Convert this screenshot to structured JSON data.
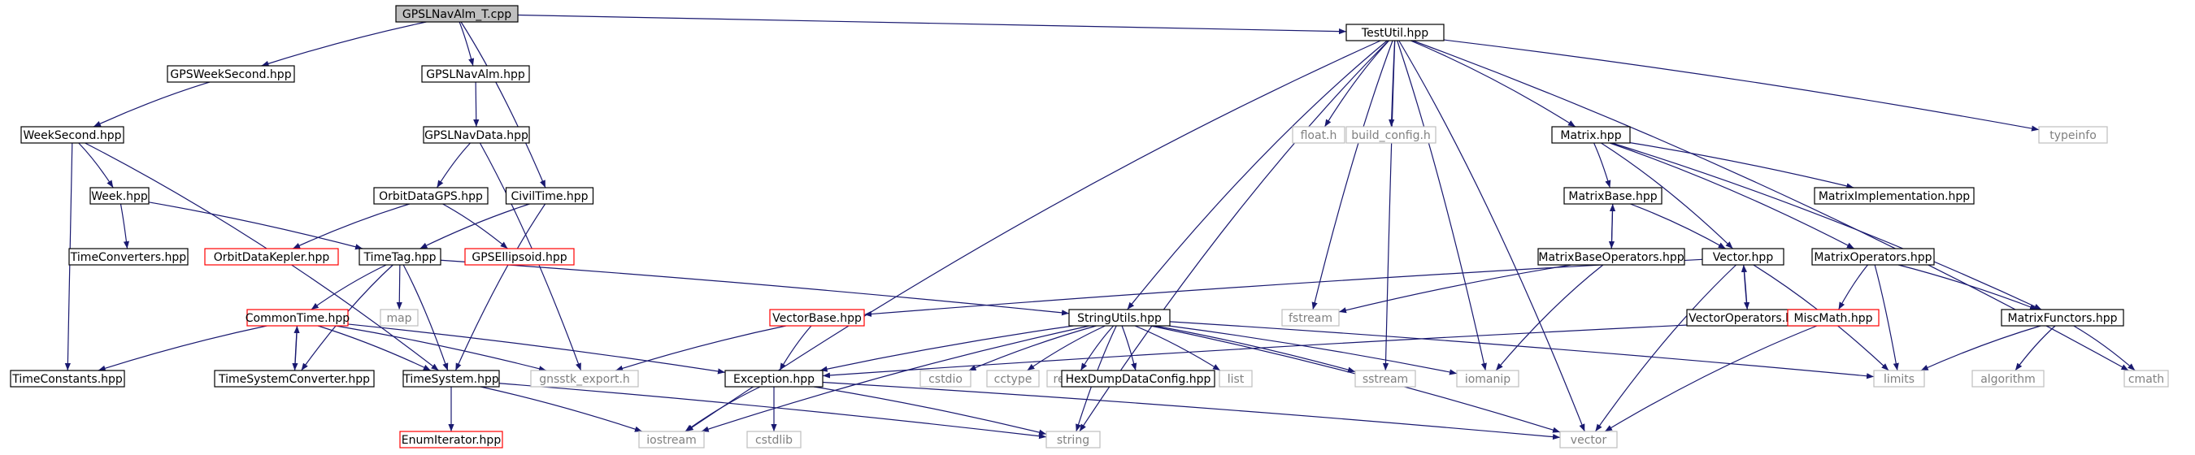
{
  "diagram": {
    "colors": {
      "edge": "#191970",
      "root_fill": "#bfbfbf",
      "node_fill": "#ffffff",
      "border_default": "#000000",
      "border_truncated": "#ff0000",
      "border_system": "#bfbfbf",
      "text": "#000000",
      "system_text": "#808080"
    },
    "nodes": [
      {
        "id": "root",
        "label": "GPSLNavAlm_T.cpp",
        "kind": "root"
      },
      {
        "id": "gpsweeksecond",
        "label": "GPSWeekSecond.hpp",
        "kind": "default"
      },
      {
        "id": "gpslnavalm",
        "label": "GPSLNavAlm.hpp",
        "kind": "default"
      },
      {
        "id": "civiltime",
        "label": "CivilTime.hpp",
        "kind": "default"
      },
      {
        "id": "testutil",
        "label": "TestUtil.hpp",
        "kind": "default"
      },
      {
        "id": "weeksecond",
        "label": "WeekSecond.hpp",
        "kind": "default"
      },
      {
        "id": "gpslnavdata",
        "label": "GPSLNavData.hpp",
        "kind": "default"
      },
      {
        "id": "week",
        "label": "Week.hpp",
        "kind": "default"
      },
      {
        "id": "orbitdatagps",
        "label": "OrbitDataGPS.hpp",
        "kind": "default"
      },
      {
        "id": "timeconverters",
        "label": "TimeConverters.hpp",
        "kind": "default"
      },
      {
        "id": "orbitdatakepler",
        "label": "OrbitDataKepler.hpp",
        "kind": "truncated"
      },
      {
        "id": "gpsellipsoid",
        "label": "GPSEllipsoid.hpp",
        "kind": "truncated"
      },
      {
        "id": "timetag",
        "label": "TimeTag.hpp",
        "kind": "default"
      },
      {
        "id": "map",
        "label": "map",
        "kind": "system"
      },
      {
        "id": "commontime",
        "label": "CommonTime.hpp",
        "kind": "truncated"
      },
      {
        "id": "timeconstants",
        "label": "TimeConstants.hpp",
        "kind": "default"
      },
      {
        "id": "timesystemconverter",
        "label": "TimeSystemConverter.hpp",
        "kind": "default"
      },
      {
        "id": "timesystem",
        "label": "TimeSystem.hpp",
        "kind": "default"
      },
      {
        "id": "gnssttk_export",
        "label": "gnsstk_export.h",
        "kind": "system"
      },
      {
        "id": "enumiterator",
        "label": "EnumIterator.hpp",
        "kind": "truncated"
      },
      {
        "id": "iostream",
        "label": "iostream",
        "kind": "system"
      },
      {
        "id": "string",
        "label": "string",
        "kind": "system"
      },
      {
        "id": "floath",
        "label": "float.h",
        "kind": "system"
      },
      {
        "id": "build_config",
        "label": "build_config.h",
        "kind": "system"
      },
      {
        "id": "matrix",
        "label": "Matrix.hpp",
        "kind": "default"
      },
      {
        "id": "typeinfo",
        "label": "typeinfo",
        "kind": "system"
      },
      {
        "id": "matrixbase",
        "label": "MatrixBase.hpp",
        "kind": "default"
      },
      {
        "id": "matriximpl",
        "label": "MatrixImplementation.hpp",
        "kind": "default"
      },
      {
        "id": "matrixbaseops",
        "label": "MatrixBaseOperators.hpp",
        "kind": "default"
      },
      {
        "id": "vector_hpp",
        "label": "Vector.hpp",
        "kind": "default"
      },
      {
        "id": "matrixops",
        "label": "MatrixOperators.hpp",
        "kind": "default"
      },
      {
        "id": "fstream",
        "label": "fstream",
        "kind": "system"
      },
      {
        "id": "vectorbase",
        "label": "VectorBase.hpp",
        "kind": "truncated"
      },
      {
        "id": "stringutils",
        "label": "StringUtils.hpp",
        "kind": "default"
      },
      {
        "id": "vectorops",
        "label": "VectorOperators.hpp",
        "kind": "default"
      },
      {
        "id": "miscmath",
        "label": "MiscMath.hpp",
        "kind": "truncated"
      },
      {
        "id": "matrixfunctors",
        "label": "MatrixFunctors.hpp",
        "kind": "default"
      },
      {
        "id": "exception",
        "label": "Exception.hpp",
        "kind": "default"
      },
      {
        "id": "cstdio",
        "label": "cstdio",
        "kind": "system"
      },
      {
        "id": "cctype",
        "label": "cctype",
        "kind": "system"
      },
      {
        "id": "regexh",
        "label": "regex.h",
        "kind": "system"
      },
      {
        "id": "hexdump",
        "label": "HexDumpDataConfig.hpp",
        "kind": "default"
      },
      {
        "id": "list",
        "label": "list",
        "kind": "system"
      },
      {
        "id": "sstream",
        "label": "sstream",
        "kind": "system"
      },
      {
        "id": "iomanip",
        "label": "iomanip",
        "kind": "system"
      },
      {
        "id": "limits",
        "label": "limits",
        "kind": "system"
      },
      {
        "id": "algorithm",
        "label": "algorithm",
        "kind": "system"
      },
      {
        "id": "cmath",
        "label": "cmath",
        "kind": "system"
      },
      {
        "id": "cstdlib",
        "label": "cstdlib",
        "kind": "system"
      },
      {
        "id": "vector_std",
        "label": "vector",
        "kind": "system"
      }
    ],
    "edges": [
      [
        "root",
        "gpsweeksecond"
      ],
      [
        "root",
        "gpslnavalm"
      ],
      [
        "root",
        "civiltime"
      ],
      [
        "root",
        "testutil"
      ],
      [
        "gpsweeksecond",
        "weeksecond"
      ],
      [
        "weeksecond",
        "week"
      ],
      [
        "weeksecond",
        "timeconstants"
      ],
      [
        "weeksecond",
        "timesystem"
      ],
      [
        "week",
        "timeconverters"
      ],
      [
        "week",
        "timetag"
      ],
      [
        "gpslnavalm",
        "gpslnavdata"
      ],
      [
        "gpslnavdata",
        "orbitdatagps"
      ],
      [
        "gpslnavdata",
        "gnssttk_export"
      ],
      [
        "orbitdatagps",
        "orbitdatakepler"
      ],
      [
        "orbitdatagps",
        "gpsellipsoid"
      ],
      [
        "civiltime",
        "timetag"
      ],
      [
        "civiltime",
        "timesystem"
      ],
      [
        "timetag",
        "commontime"
      ],
      [
        "timetag",
        "map"
      ],
      [
        "timetag",
        "timesystem"
      ],
      [
        "timetag",
        "stringutils"
      ],
      [
        "timetag",
        "timesystemconverter"
      ],
      [
        "commontime",
        "timeconstants"
      ],
      [
        "commontime",
        "timesystemconverter"
      ],
      [
        "commontime",
        "timesystem"
      ],
      [
        "commontime",
        "gnssttk_export"
      ],
      [
        "commontime",
        "exception"
      ],
      [
        "timesystemconverter",
        "commontime"
      ],
      [
        "timesystem",
        "enumiterator"
      ],
      [
        "timesystem",
        "iostream"
      ],
      [
        "timesystem",
        "string"
      ],
      [
        "testutil",
        "iostream"
      ],
      [
        "testutil",
        "string"
      ],
      [
        "testutil",
        "floath"
      ],
      [
        "testutil",
        "build_config"
      ],
      [
        "testutil",
        "stringutils"
      ],
      [
        "testutil",
        "sstream"
      ],
      [
        "testutil",
        "iomanip"
      ],
      [
        "testutil",
        "fstream"
      ],
      [
        "testutil",
        "matrix"
      ],
      [
        "testutil",
        "cmath"
      ],
      [
        "testutil",
        "typeinfo"
      ],
      [
        "testutil",
        "vector_std"
      ],
      [
        "matrix",
        "matrixbase"
      ],
      [
        "matrix",
        "matriximpl"
      ],
      [
        "matrix",
        "vector_hpp"
      ],
      [
        "matrix",
        "matrixops"
      ],
      [
        "matrix",
        "matrixfunctors"
      ],
      [
        "matrixbase",
        "matrixbaseops"
      ],
      [
        "matrixbase",
        "vector_hpp"
      ],
      [
        "matrixbaseops",
        "matrixbase"
      ],
      [
        "matrixbaseops",
        "fstream"
      ],
      [
        "matrixbaseops",
        "iomanip"
      ],
      [
        "vector_hpp",
        "vectorbase"
      ],
      [
        "vector_hpp",
        "vectorops"
      ],
      [
        "vector_hpp",
        "vector_std"
      ],
      [
        "vector_hpp",
        "limits"
      ],
      [
        "vectorops",
        "vector_hpp"
      ],
      [
        "matrixops",
        "miscmath"
      ],
      [
        "matrixops",
        "matrixfunctors"
      ],
      [
        "matrixops",
        "limits"
      ],
      [
        "miscmath",
        "exception"
      ],
      [
        "miscmath",
        "vector_std"
      ],
      [
        "matrixfunctors",
        "limits"
      ],
      [
        "matrixfunctors",
        "algorithm"
      ],
      [
        "matrixfunctors",
        "cmath"
      ],
      [
        "vectorbase",
        "exception"
      ],
      [
        "vectorbase",
        "gnssttk_export"
      ],
      [
        "stringutils",
        "exception"
      ],
      [
        "stringutils",
        "cstdio"
      ],
      [
        "stringutils",
        "cctype"
      ],
      [
        "stringutils",
        "regexh"
      ],
      [
        "stringutils",
        "hexdump"
      ],
      [
        "stringutils",
        "list"
      ],
      [
        "stringutils",
        "sstream"
      ],
      [
        "stringutils",
        "iomanip"
      ],
      [
        "stringutils",
        "limits"
      ],
      [
        "stringutils",
        "string"
      ],
      [
        "stringutils",
        "vector_std"
      ],
      [
        "stringutils",
        "iostream"
      ],
      [
        "exception",
        "iostream"
      ],
      [
        "exception",
        "cstdlib"
      ],
      [
        "exception",
        "string"
      ],
      [
        "exception",
        "vector_std"
      ]
    ]
  }
}
